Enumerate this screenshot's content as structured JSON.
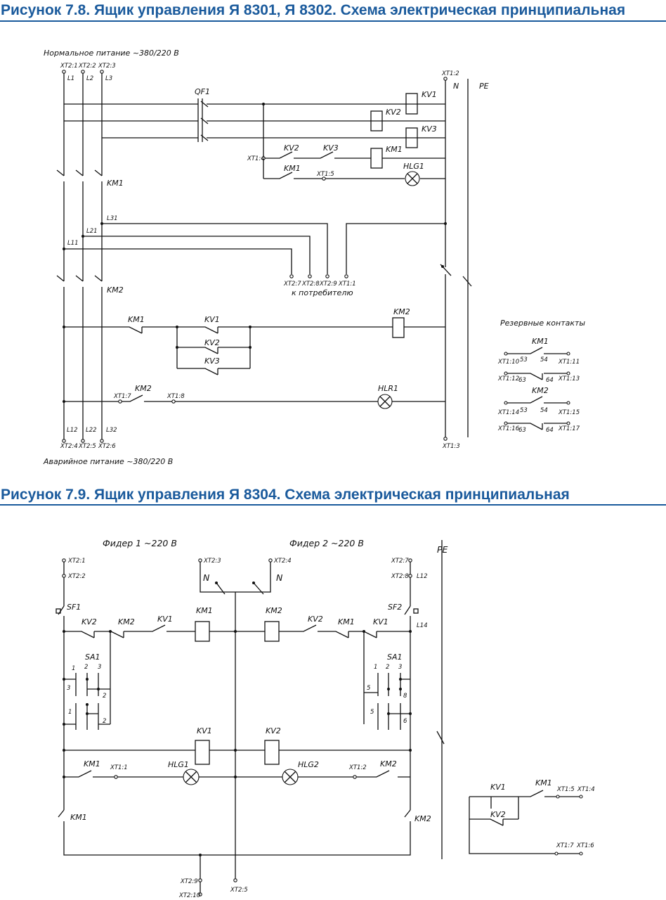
{
  "figures": [
    {
      "title": "Рисунок 7.8.  Ящик управления Я 8301, Я 8302. Схема электрическая принципиальная"
    },
    {
      "title": "Рисунок 7.9. Ящик управления Я 8304. Схема электрическая принципиальная"
    }
  ],
  "d1": {
    "supply_normal": "Нормальное питание ~380/220 В",
    "supply_emergency": "Аварийное питание ~380/220 В",
    "terms_top": [
      "ХТ2:1",
      "ХТ2:2",
      "ХТ2:3"
    ],
    "phases_top": [
      "L1",
      "L2",
      "L3"
    ],
    "terms_bottom": [
      "ХТ2:4",
      "ХТ2:5",
      "ХТ2:6"
    ],
    "phases_bottom": [
      "L12",
      "L22",
      "L32"
    ],
    "xt12": "ХТ1:2",
    "n": "N",
    "pe": "PE",
    "xt13": "ХТ1:3",
    "qf1": "QF1",
    "kv1": "KV1",
    "kv2": "KV2",
    "kv3": "KV3",
    "km1": "KM1",
    "km2": "KM2",
    "hlg1": "HLG1",
    "hlr1": "HLR1",
    "xt14": "ХТ1:4",
    "xt15": "ХТ1:5",
    "xt17": "ХТ1:7",
    "xt18": "ХТ1:8",
    "l31": "L31",
    "l21": "L21",
    "l11": "L11",
    "out_terms": [
      "ХТ2:7",
      "ХТ2:8",
      "ХТ2:9",
      "ХТ1:1"
    ],
    "to_consumer": "к потребителю",
    "reserve_title": "Резервные контакты",
    "res_km1_a": "ХТ1:10",
    "res_km1_b": "ХТ1:11",
    "res_km1_c": "ХТ1:12",
    "res_km1_d": "ХТ1:13",
    "res_km2_a": "ХТ1:14",
    "res_km2_b": "ХТ1:15",
    "res_km2_c": "ХТ1:16",
    "res_km2_d": "ХТ1:17",
    "n53": "53",
    "n54": "54",
    "n63": "63",
    "n64": "64"
  },
  "d2": {
    "feeder1": "Фидер 1 ~220 В",
    "feeder2": "Фидер 2 ~220 В",
    "pe": "PE",
    "xt21": "ХТ2:1",
    "xt22": "ХТ2:2",
    "xt23": "ХТ2:3",
    "xt24": "ХТ2:4",
    "xt27": "ХТ2:7",
    "xt28": "ХТ2:8",
    "n": "N",
    "l12": "L12",
    "l14": "L14",
    "sf1": "SF1",
    "sf2": "SF2",
    "kv1": "KV1",
    "kv2": "KV2",
    "km1": "KM1",
    "km2": "KM2",
    "sa1": "SA1",
    "hlg1": "HLG1",
    "hlg2": "HLG2",
    "xt11": "ХТ1:1",
    "xt12": "ХТ1:2",
    "xt29": "ХТ2:9",
    "xt210": "ХТ2:10",
    "xt25": "ХТ2:5",
    "xt15": "ХТ1:5",
    "xt14": "ХТ1:4",
    "xt17": "ХТ1:7",
    "xt16": "ХТ1:6",
    "p1": "1",
    "p2": "2",
    "p3": "3",
    "p5": "5",
    "p6": "6",
    "p8": "8"
  }
}
